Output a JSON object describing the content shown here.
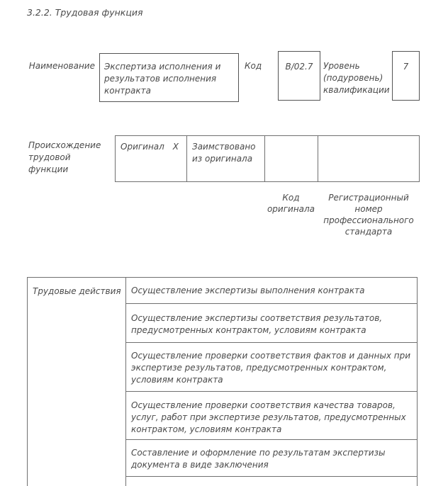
{
  "page": {
    "title": "3.2.2. Трудовая функция"
  },
  "function_header": {
    "name_label": "Наименование",
    "name_value": "Экспертиза исполнения и\nрезультатов исполнения\nконтракта",
    "code_label": "Код",
    "code_value": "В/02.7",
    "level_label": "Уровень\n(подуровень)\nквалификации",
    "level_value": "7"
  },
  "origin": {
    "label": "Происхождение\nтрудовой\nфункции",
    "original_label": "Оригинал",
    "original_mark": "X",
    "borrowed_label": "Заимствовано\nиз оригинала",
    "original_code_value": "",
    "registration_number_value": "",
    "original_code_caption": "Код\nоригинала",
    "registration_caption": "Регистрационный\nномер\nпрофессионального\nстандарта"
  },
  "actions_table": {
    "header": "Трудовые действия",
    "rows": [
      "Осуществление экспертизы выполнения контракта",
      "Осуществление экспертизы соответствия результатов,\nпредусмотренных контрактом, условиям контракта",
      "Осуществление проверки соответствия фактов и данных при\nэкспертизе результатов, предусмотренных контрактом,\nусловиям контракта",
      "Осуществление проверки соответствия качества товаров,\nуслуг, работ при экспертизе результатов, предусмотренных\nконтрактом, условиям контракта",
      "Составление и оформление по результатам экспертизы\nдокумента в виде заключения"
    ]
  },
  "colors": {
    "text": "#4a4a4a",
    "box_border": "#545454",
    "table_border": "#707070",
    "background": "#ffffff"
  }
}
